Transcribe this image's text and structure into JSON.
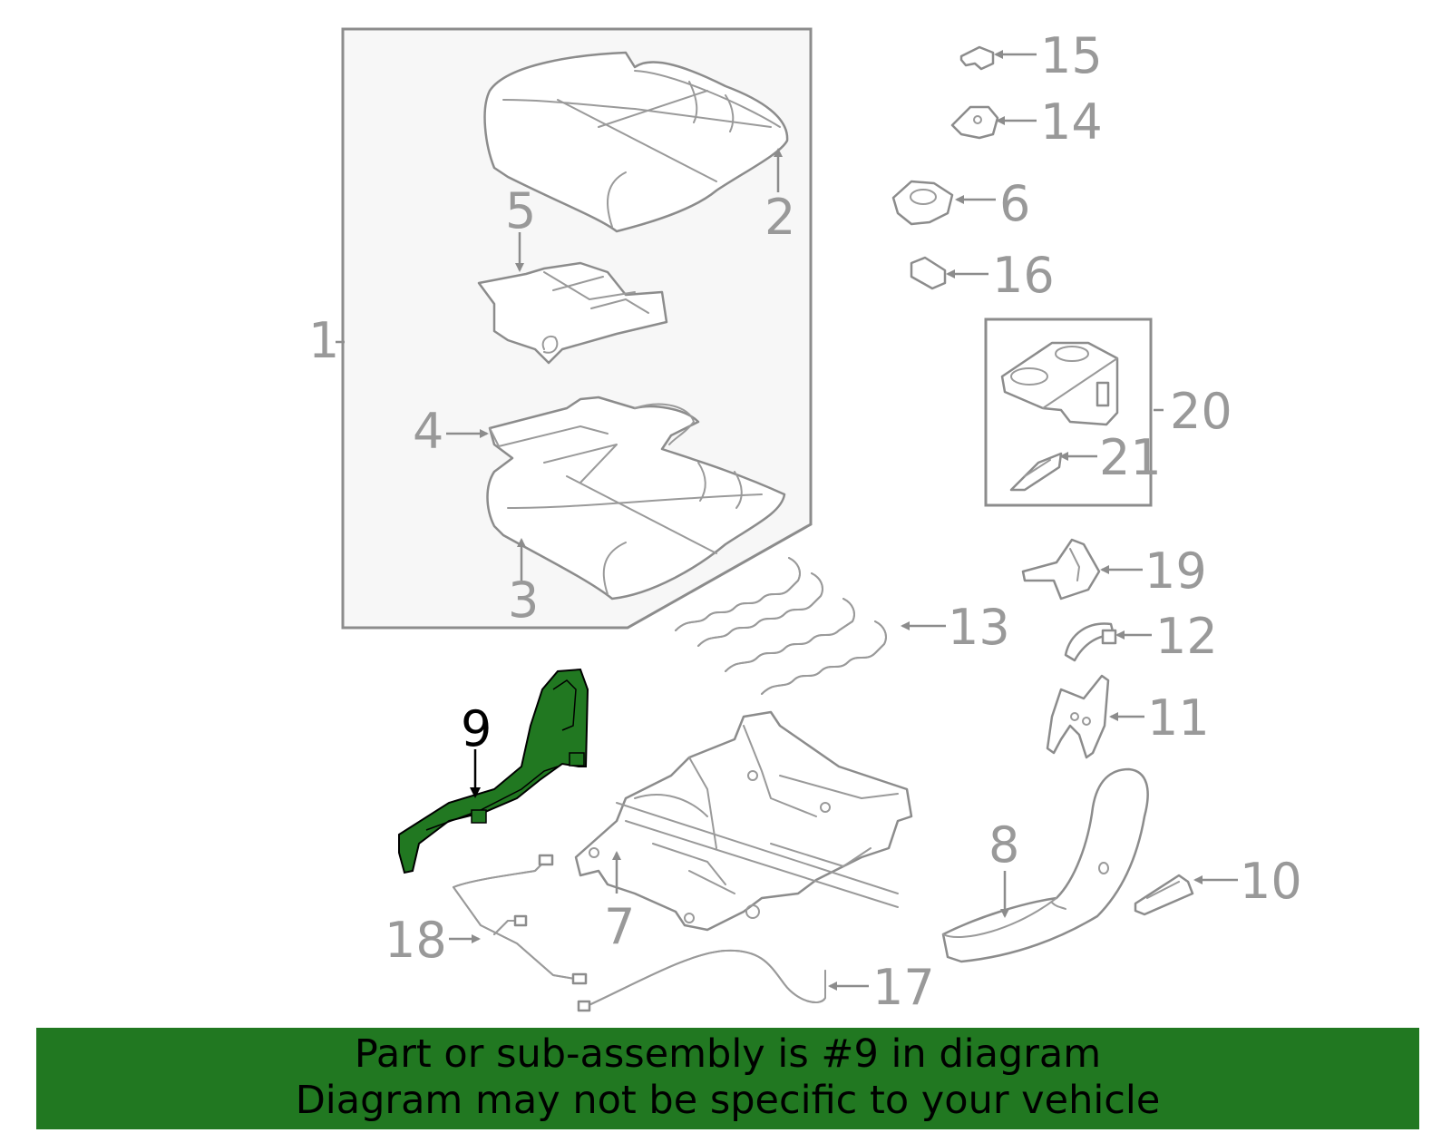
{
  "highlight_color": "#217821",
  "callouts": {
    "c1": "1",
    "c2": "2",
    "c3": "3",
    "c4": "4",
    "c5": "5",
    "c6": "6",
    "c7": "7",
    "c8": "8",
    "c9": "9",
    "c10": "10",
    "c11": "11",
    "c12": "12",
    "c13": "13",
    "c14": "14",
    "c15": "15",
    "c16": "16",
    "c17": "17",
    "c18": "18",
    "c19": "19",
    "c20": "20",
    "c21": "21"
  },
  "banner": {
    "line1": "Part or sub-assembly is #9 in diagram",
    "line2": "Diagram may not be specific to your vehicle"
  }
}
